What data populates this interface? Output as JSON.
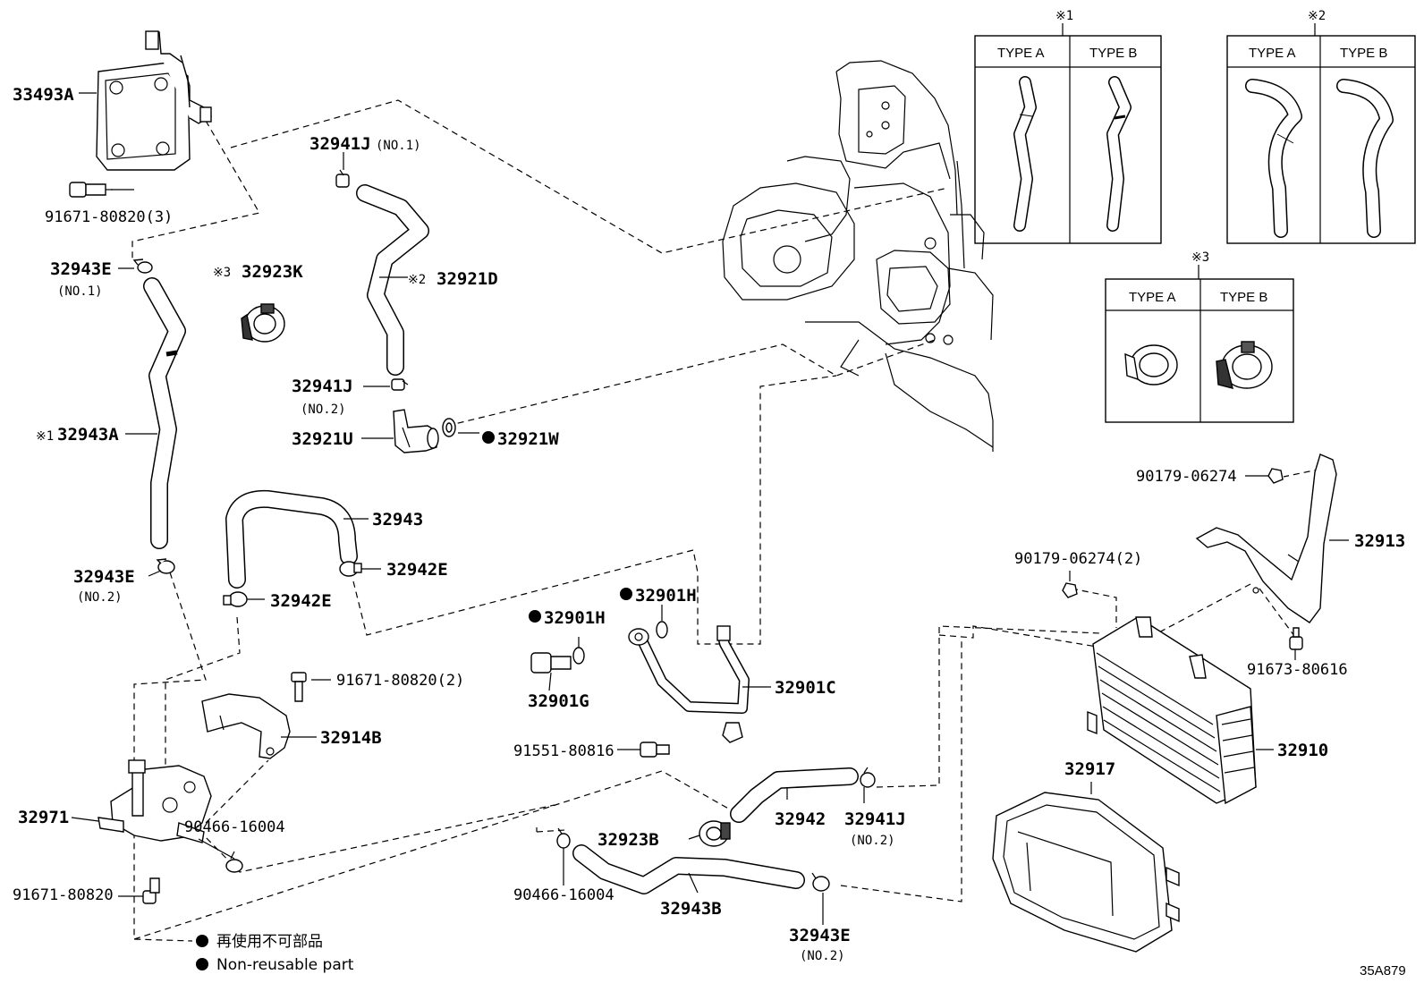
{
  "labels": {
    "p33493A": "33493A",
    "p91671_80820_3": "91671-80820(3)",
    "p32941J_no1": "32941J",
    "p32941J_no1_note": "(NO.1)",
    "p32943E_top": "32943E",
    "p32943E_top_note": "(NO.1)",
    "p32923K": "32923K",
    "p32923K_mark": "※3",
    "p32921D": "32921D",
    "p32921D_mark": "※2",
    "p32941J_no2_upper": "32941J",
    "p32941J_no2_upper_note": "(NO.2)",
    "p32921U": "32921U",
    "p32921W": "32921W",
    "p32943A": "32943A",
    "p32943A_mark": "※1",
    "p32943": "32943",
    "p32942E_right": "32942E",
    "p32942E_left": "32942E",
    "p32943E_no2_left": "32943E",
    "p32943E_no2_left_note": "(NO.2)",
    "p32901H_a": "32901H",
    "p32901H_b": "32901H",
    "p91671_80820_2": "91671-80820(2)",
    "p32901G": "32901G",
    "p32901C": "32901C",
    "p32914B": "32914B",
    "p91551_80816": "91551-80816",
    "p32971": "32971",
    "p90466_16004_left": "90466-16004",
    "p91671_80820": "91671-80820",
    "p32923B": "32923B",
    "p32942": "32942",
    "p32941J_no2_lower": "32941J",
    "p32941J_no2_lower_note": "(NO.2)",
    "p90466_16004_bottom": "90466-16004",
    "p32943B": "32943B",
    "p32943E_no2_bottom": "32943E",
    "p32943E_no2_bottom_note": "(NO.2)",
    "p90179_06274": "90179-06274",
    "p32913": "32913",
    "p90179_06274_2": "90179-06274(2)",
    "p91673_80616": "91673-80616",
    "p32910": "32910",
    "p32917": "32917"
  },
  "variant_boxes": [
    {
      "mark": "※1",
      "type_a": "TYPE A",
      "type_b": "TYPE B"
    },
    {
      "mark": "※2",
      "type_a": "TYPE A",
      "type_b": "TYPE B"
    },
    {
      "mark": "※3",
      "type_a": "TYPE A",
      "type_b": "TYPE B"
    }
  ],
  "legend": {
    "line1": "再使用不可部品",
    "line2": "Non-reusable part"
  },
  "diagram_code": "35A879"
}
